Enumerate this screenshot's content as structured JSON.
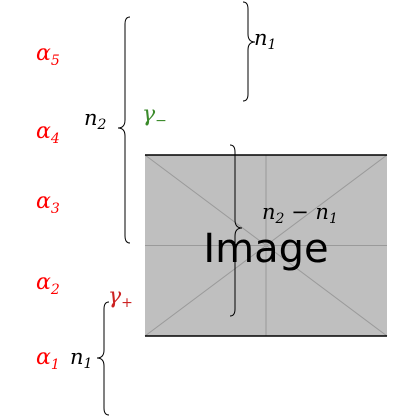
{
  "labels": {
    "alpha5": "α",
    "alpha5_sub": "5",
    "alpha4": "α",
    "alpha4_sub": "4",
    "alpha3": "α",
    "alpha3_sub": "3",
    "alpha2": "α",
    "alpha2_sub": "2",
    "alpha1": "α",
    "alpha1_sub": "1",
    "gamma_minus": "γ",
    "gamma_minus_sub": "−",
    "gamma_plus": "γ",
    "gamma_plus_sub": "+",
    "n1_top": "n",
    "n1_top_sub": "1",
    "n2_left": "n",
    "n2_left_sub": "2",
    "n2_minus_n1_a": "n",
    "n2_minus_n1_a_sub": "2",
    "n2_minus_n1_op": " − ",
    "n2_minus_n1_b": "n",
    "n2_minus_n1_b_sub": "1",
    "n1_bottom": "n",
    "n1_bottom_sub": "1"
  },
  "placeholder": {
    "text": "Image"
  },
  "colors": {
    "alpha": "#ff0000",
    "gamma_minus": "#3a8a2a",
    "gamma_plus": "#cc2222",
    "text": "#000000",
    "placeholder_fill": "#bfbfbf",
    "placeholder_lines": "#9a9a9a",
    "brace": "#000000"
  }
}
